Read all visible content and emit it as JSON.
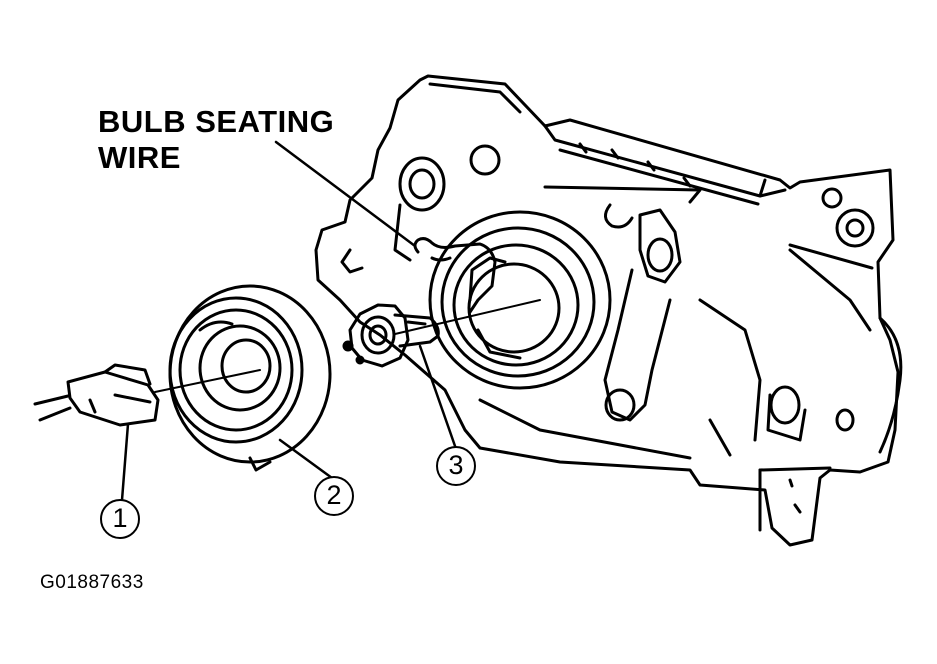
{
  "callout": {
    "line1": "BULB SEATING",
    "line2": "WIRE"
  },
  "parts": [
    {
      "number": "1"
    },
    {
      "number": "2"
    },
    {
      "number": "3"
    }
  ],
  "figure_id": "G01887633",
  "colors": {
    "ink": "#000000",
    "paper": "#ffffff"
  }
}
